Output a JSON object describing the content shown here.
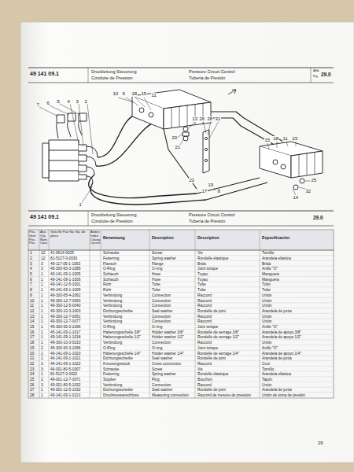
{
  "diagram": {
    "labels": [
      "49 141 09.1",
      "Druckleitung Steuerung",
      "Conduite de Pression",
      "Pressure Circuit Control",
      "Tuberia de Presión",
      "Abb.",
      "Fig.",
      "29.0",
      "7",
      "6",
      "5",
      "4",
      "3",
      "2",
      "1",
      "10",
      "9",
      "18",
      "15",
      "11",
      "13",
      "26",
      "28",
      "31",
      "20",
      "21",
      "22",
      "19",
      "15",
      "18",
      "11",
      "23",
      "25",
      "32",
      "14",
      "8",
      "17",
      "49 141 09.1",
      "Druckleitung Steuerung",
      "Conduite de Pression",
      "Pressure Circuit Control",
      "Tuberia de Presión",
      "29.0",
      "Pos. Item Pos. Pos.",
      "Anz. Qty. Nom. Cant.",
      "Teile-Nr Part No. No. de pièce",
      "Änder. Index Chang. Correc.",
      "Benennung",
      "Description",
      "Description",
      "Especificación",
      "1",
      "12",
      "41-0614-0025",
      "Schraube",
      "Screw",
      "Vis",
      "Tornillo",
      "2",
      "12",
      "81-5127-0-0030",
      "Federring",
      "Spring washer",
      "Rondelle élastique",
      "Arandela elástica",
      "3",
      "3",
      "49-117-09-1-1053",
      "Flansch",
      "Flange",
      "Bride",
      "Brida",
      "4",
      "3",
      "45-300-60-3-1085",
      "O-Ring",
      "O-ring",
      "Joint torique",
      "Anillo \"O\"",
      "5",
      "1",
      "49-141-09-1-1005",
      "Schlauch",
      "Hose",
      "Tuyau",
      "Manguera",
      "6",
      "1",
      "49-141-09-1-1006",
      "Schlauch",
      "Hose",
      "Tuyau",
      "Manguera",
      "7",
      "1",
      "49-141-12-5-1001",
      "Rohr",
      "Tube",
      "Tube",
      "Tubo",
      "8",
      "1",
      "49-141-09-1-1009",
      "Rohr",
      "Tube",
      "Tube",
      "Tubo",
      "9",
      "1",
      "49-300-65-4-2062",
      "Verbindung",
      "Connection",
      "Raccord",
      "Unión",
      "10",
      "1",
      "49-300-12-7-0050",
      "Verbindung",
      "Connection",
      "Raccord",
      "Unión",
      "11",
      "1",
      "49-300-12-5-0040",
      "Verbindung",
      "Connection",
      "Raccord",
      "Unión",
      "12",
      "1",
      "49-300-10-3-1003",
      "Dichtungsscheibe",
      "Seal washer",
      "Rondelle de joint",
      "Arandela de junta",
      "13",
      "1",
      "49-300-12-7-0051",
      "Verbindung",
      "Connection",
      "Raccord",
      "Unión",
      "14",
      "1",
      "49-300-12-7-0077",
      "Verbindung",
      "Connection",
      "Raccord",
      "Unión",
      "15",
      "1",
      "45-300-60-3-1096",
      "O-Ring",
      "O-ring",
      "Joint torique",
      "Anillo \"O\"",
      "16",
      "1",
      "45-141-09-1-1017",
      "Halterungsschelle 3/8\"",
      "Holder washer 3/8\"",
      "Rondelle de serrage 3/8\"",
      "Arandela de apoyo 3/8\"",
      "17",
      "1",
      "49-141-09-1-1018",
      "Halterungsschelle 1/2\"",
      "Holder washer 1/2\"",
      "Rondelle de serrage 1/2\"",
      "Arandela de apoyo 1/2\"",
      "18",
      "1",
      "49-300-10-3-0210",
      "Verbindung",
      "Connection",
      "Raccord",
      "Unión",
      "19",
      "2",
      "45-300-60-3-1096",
      "O-Ring",
      "O-ring",
      "Joint torique",
      "Anillo \"O\"",
      "20",
      "1",
      "49-141-09-1-1020",
      "Halterungsschelle 1/4\"",
      "Holder washer 1/4\"",
      "Rondelle de serrage 1/4\"",
      "Arandela de apoyo 1/4\"",
      "21",
      "1",
      "46-141-09-1-1021",
      "Dichtungsscheibe",
      "Seal washer",
      "Rondelle de joint",
      "Arandela de junta",
      "22",
      "3",
      "49-141-09-1-1022",
      "Kreuzungsstück",
      "Cross connection",
      "Raccord",
      "Cruz",
      "23",
      "3",
      "46-001-80-5-0307",
      "Schraube",
      "Screw",
      "Vis",
      "Tornillo",
      "24",
      "1",
      "81-5127-0-0020",
      "Federring",
      "Spring washer",
      "Rondelle élastique",
      "Arandela elástica",
      "25",
      "2",
      "49-001-12-7-0071",
      "Stopfen",
      "Plug",
      "Bouchon",
      "Tapón",
      "26",
      "3",
      "49-001-80-5-1032",
      "Verbindung",
      "Connection",
      "Raccord",
      "Unión",
      "27",
      "1",
      "49-001-12-5-1032",
      "Dichtungsscheibe",
      "Seal washer",
      "Rondelle de joint",
      "Arandela de junta",
      "28",
      "1",
      "49-141-09-1-0113",
      "Druckmessanschluss",
      "Measuring connection",
      "Raccord de mesure de pression",
      "Unión de toma de presión",
      "29"
    ]
  }
}
